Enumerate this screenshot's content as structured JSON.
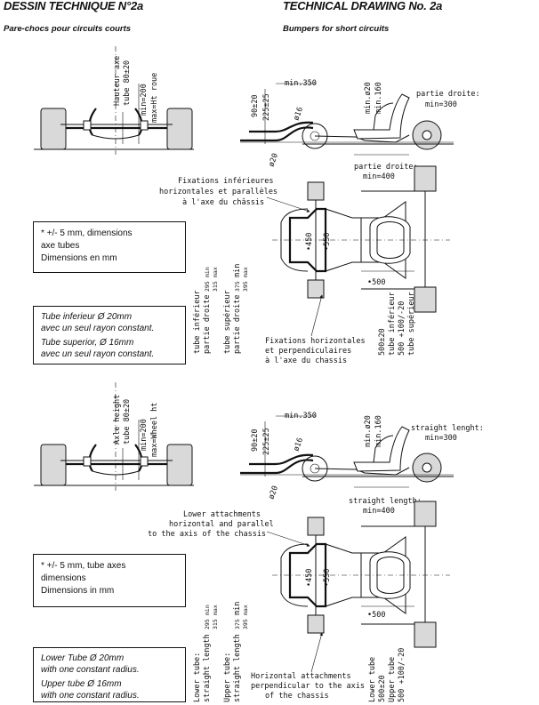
{
  "header": {
    "fr_title": "DESSIN TECHNIQUE N°2a",
    "fr_subtitle": "Pare-chocs pour circuits courts",
    "en_title": "TECHNICAL DRAWING No. 2a",
    "en_subtitle": "Bumpers for short circuits"
  },
  "fr": {
    "front_height_label_1": "Hauteur axe",
    "front_height_label_2": "tube 80±20",
    "front_min": "min=200",
    "front_max": "max=Ht roue",
    "dim_90": "90±20",
    "dim_225": "225±25",
    "dim_min350": "min.350",
    "dim_d16": "ø16",
    "dim_d20": "ø20",
    "dim_min_d20": "min.ø20",
    "dim_min160": "min.160",
    "straight_top_1": "partie droite:",
    "straight_top_2": "min=300",
    "straight_bot_1": "partie droite:",
    "straight_bot_2": "min=400",
    "lower_fix_1": "Fixations inférieures",
    "lower_fix_2": "horizontales et parallèles",
    "lower_fix_3": "à l'axe du châssis",
    "dim_450": "•450",
    "dim_550": "•550",
    "dim_500": "•500",
    "vl_tube_inf_1": "tube inférieur",
    "vl_tube_inf_2": "partie droite",
    "vl_295": "295",
    "vl_315": "315",
    "vl_min": "min",
    "vl_max": "max",
    "vl_tube_sup_1": "tube supérieur",
    "vl_tube_sup_2": "partie droite",
    "vl_375": "375",
    "vl_395": "395",
    "horiz_fix_1": "Fixations horizontales",
    "horiz_fix_2": "et perpendiculaires",
    "horiz_fix_3": "à l'axe du chassis",
    "r_500": "500±20",
    "r_tube_inf": "tube inférieur",
    "r_500b": "500 +100/-20",
    "r_tube_sup": "tube supérieur",
    "note1": [
      "* +/- 5 mm, dimensions",
      "axe tubes",
      "Dimensions en mm"
    ],
    "note2": [
      "Tube inferieur Ø 20mm",
      "avec un seul rayon constant.",
      "Tube superior, Ø 16mm",
      "avec un seul rayon constant."
    ]
  },
  "en": {
    "front_height_label_1": "Axle height",
    "front_height_label_2": "tube 80±20",
    "front_min": "min=200",
    "front_max": "max=Wheel ht",
    "dim_90": "90±20",
    "dim_225": "225±25",
    "dim_min350": "min.350",
    "dim_d16": "ø16",
    "dim_d20": "ø20",
    "dim_min_d20": "min.ø20",
    "dim_min160": "min.160",
    "straight_top_1": "straight lenght:",
    "straight_top_2": "min=300",
    "straight_bot_1": "straight length:",
    "straight_bot_2": "min=400",
    "lower_fix_1": "Lower attachments",
    "lower_fix_2": "horizontal and parallel",
    "lower_fix_3": "to the axis of the chassis",
    "dim_450": "•450",
    "dim_550": "•550",
    "dim_500": "•500",
    "vl_tube_inf_1": "Lower tube:",
    "vl_tube_inf_2": "straight length",
    "vl_295": "295",
    "vl_315": "315",
    "vl_min": "min",
    "vl_max": "max",
    "vl_tube_sup_1": "Upper tube:",
    "vl_tube_sup_2": "straight length",
    "vl_375": "375",
    "vl_395": "395",
    "horiz_fix_1": "Horizontal attachments",
    "horiz_fix_2": "perpendicular to the axis",
    "horiz_fix_3": "of the chassis",
    "r_lower": "Lower tube",
    "r_500": "500±20",
    "r_upper": "Upper tube",
    "r_500b": "500 +100/-20",
    "note1": [
      "* +/- 5 mm, tube axes",
      "dimensions",
      "Dimensions in mm"
    ],
    "note2": [
      "Lower Tube Ø 20mm",
      "with one constant radius.",
      "Upper tube Ø 16mm",
      "with one constant radius."
    ]
  }
}
